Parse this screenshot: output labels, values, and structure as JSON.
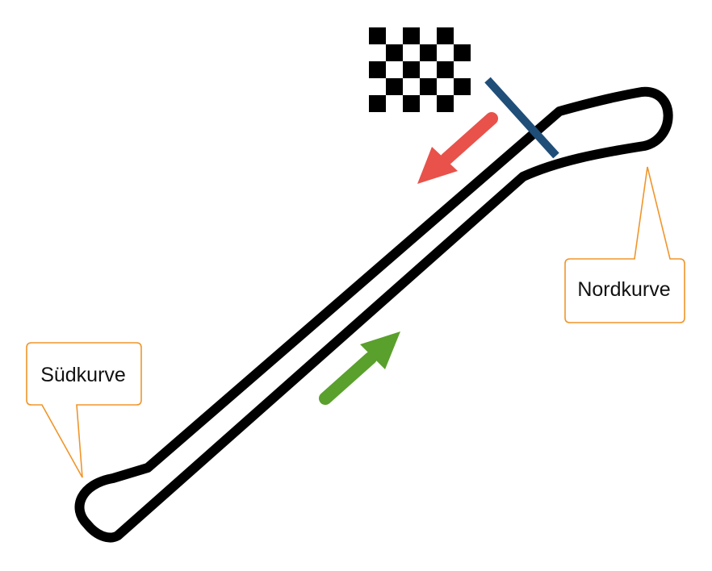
{
  "map": {
    "labels": {
      "north_curve": "Nordkurve",
      "south_curve": "Südkurve"
    },
    "icons": {
      "finish": "checkered-flag-icon",
      "start_finish_line": "start-finish-line",
      "direction_down": "red-direction-arrow",
      "direction_up": "green-direction-arrow"
    },
    "colors": {
      "track": "#000000",
      "callout_border": "#f0952a",
      "start_finish_line": "#1f4e79",
      "arrow_red": "#e8524a",
      "arrow_green": "#5aa02c"
    }
  }
}
